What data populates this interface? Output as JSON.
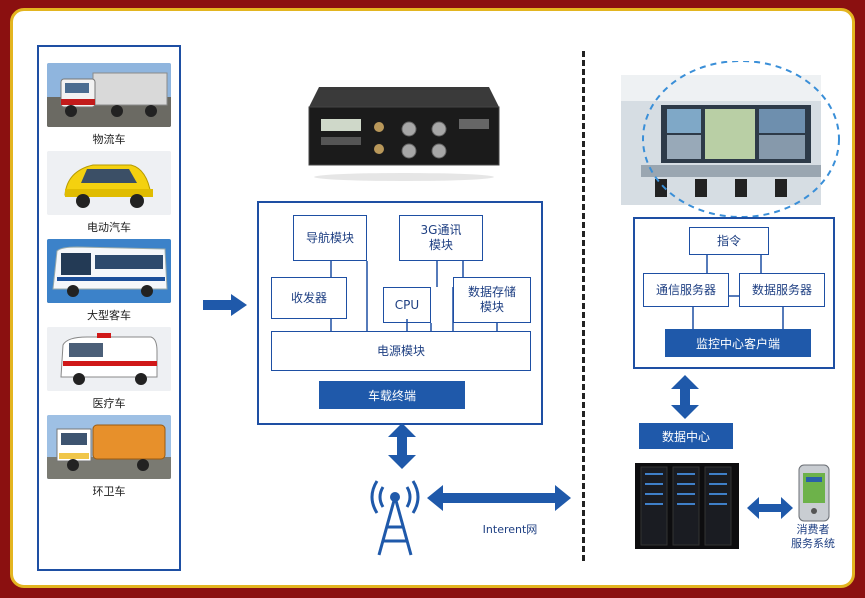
{
  "vehicles": [
    {
      "label": "物流车"
    },
    {
      "label": "电动汽车"
    },
    {
      "label": "大型客车"
    },
    {
      "label": "医疗车"
    },
    {
      "label": "环卫车"
    }
  ],
  "terminal": {
    "nav": "导航模块",
    "comm_3g": "3G通讯\n模块",
    "transceiver": "收发器",
    "cpu": "CPU",
    "storage": "数据存储\n模块",
    "power": "电源模块",
    "title": "车载终端"
  },
  "network": {
    "label": "Interent网"
  },
  "monitor": {
    "command": "指令",
    "comm_server": "通信服务器",
    "data_server": "数据服务器",
    "client": "监控中心客户端"
  },
  "datacenter": {
    "label": "数据中心"
  },
  "consumer": {
    "label_line1": "消费者",
    "label_line2": "服务系统"
  },
  "colors": {
    "frame": "#8b1010",
    "border_gold": "#e3b520",
    "blue": "#1f59aa",
    "line_blue": "#1e4fa3"
  }
}
